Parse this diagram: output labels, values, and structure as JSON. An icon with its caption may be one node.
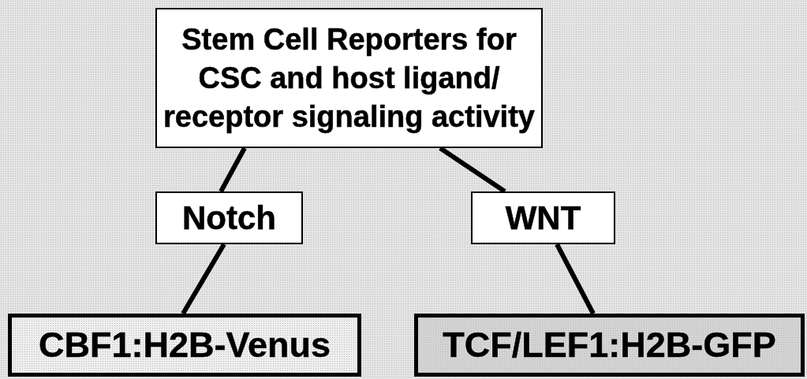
{
  "diagram": {
    "nodes": [
      {
        "text": [
          "Stem Cell Reporters for CSC and host ligand/ receptor signaling activity"
        ]
      },
      {
        "text": [
          "Notch"
        ]
      },
      {
        "text": [
          "WNT"
        ]
      },
      {
        "text": [
          "CBF1:H2B-Venus"
        ]
      },
      {
        "text": [
          "TCF/LEF1:H2B-GFP"
        ]
      }
    ],
    "edges": [
      {
        "from": 0,
        "to": 1,
        "arrow": "none"
      },
      {
        "from": 0,
        "to": 2,
        "arrow": "none"
      },
      {
        "from": 1,
        "to": 3,
        "arrow": "none"
      },
      {
        "from": 2,
        "to": 4,
        "arrow": "none"
      }
    ]
  }
}
